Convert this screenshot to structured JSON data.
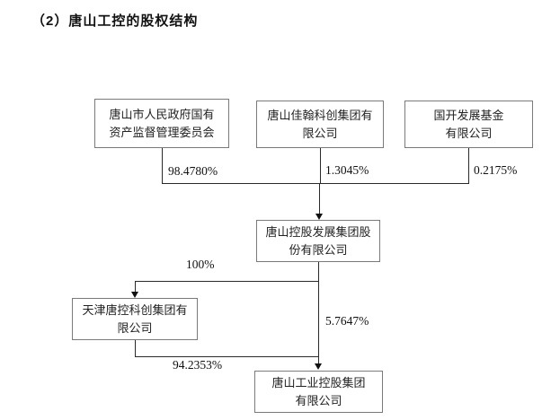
{
  "title": "（2）唐山工控的股权结构",
  "diagram": {
    "boxes": {
      "sasac": "唐山市人民政府国有\n资产监督管理委员会",
      "jiahan": "唐山佳翰科创集团有\n限公司",
      "cdb": "国开发展基金\n有限公司",
      "holding": "唐山控股发展集团股\n份有限公司",
      "tianjin": "天津唐控科创集团有\n限公司",
      "industry": "唐山工业控股集团\n有限公司"
    },
    "percentages": {
      "sasac_to_holding": "98.4780%",
      "jiahan_to_holding": "1.3045%",
      "cdb_to_holding": "0.2175%",
      "holding_to_tianjin": "100%",
      "holding_to_industry": "5.7647%",
      "tianjin_to_industry": "94.2353%"
    }
  }
}
